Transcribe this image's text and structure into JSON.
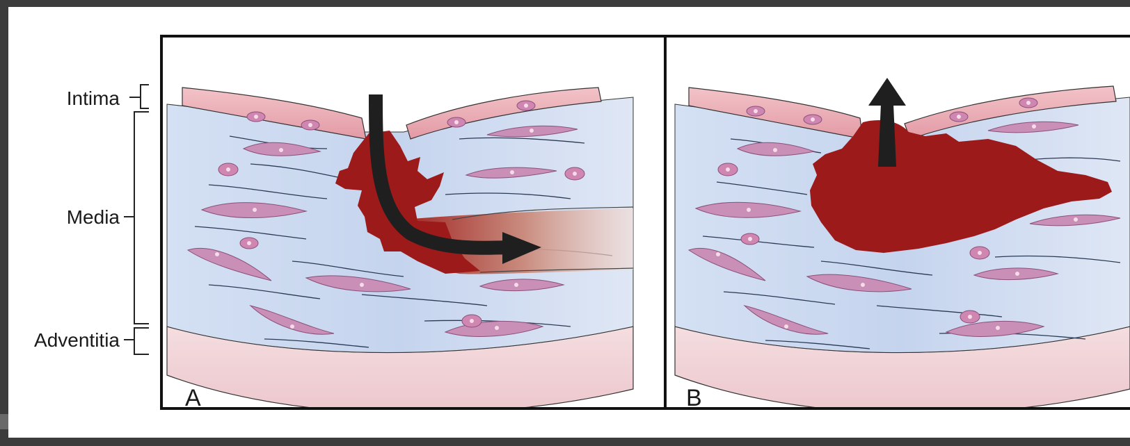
{
  "layer_labels": {
    "intima": "Intima",
    "media": "Media",
    "adventitia": "Adventitia"
  },
  "panels": [
    {
      "letter": "A"
    },
    {
      "letter": "B"
    }
  ],
  "colors": {
    "blood": "#9c1a1a",
    "intima": "#e8a4ae",
    "media": "#c7d6ef",
    "adventitia": "#f1d4d8",
    "cell": "#c98fb7",
    "arrow": "#1f1f1f",
    "frame": "#111111"
  },
  "icons": {
    "panel_a_arrow": "curved-arrow-icon",
    "panel_b_arrow": "up-arrow-icon"
  }
}
